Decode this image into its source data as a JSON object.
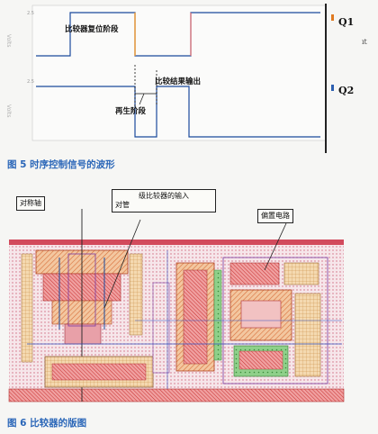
{
  "waveform": {
    "labels": {
      "reset": "比较器复位阶段",
      "result": "比较结果输出",
      "regen": "再生阶段",
      "q1": "Q1",
      "q2": "Q2",
      "edge_mark": "ıt"
    },
    "colors": {
      "trace": "#1a4a9c",
      "q1_marker": "#e07a20",
      "q2_marker": "#2c5fb0",
      "pulse_orange": "#f09a30",
      "pulse_red": "#e85a5a"
    }
  },
  "fig5": {
    "caption": "图 5  时序控制信号的波形"
  },
  "layout_fig": {
    "annotations": {
      "axis": "对称轴",
      "input_pair_line1": "级比较器的输入",
      "input_pair_line2": "对管",
      "bias": "偏置电路"
    }
  },
  "fig6": {
    "caption": "图 6  比较器的版图"
  }
}
